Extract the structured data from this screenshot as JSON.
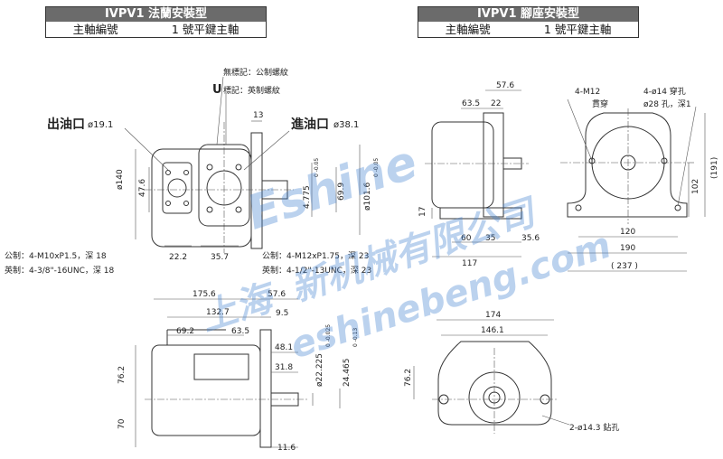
{
  "left_header": {
    "title": "IVPV1 法蘭安裝型",
    "shaft_label": "主軸編號",
    "shaft_value": "1 號平鍵主軸"
  },
  "right_header": {
    "title": "IVPV1 腳座安裝型",
    "shaft_label": "主軸編號",
    "shaft_value": "1 號平鍵主軸"
  },
  "thread_notes": {
    "no_mark": "無標記：公制螺紋",
    "u_letter": "U",
    "u_mark": "標記：英制螺紋"
  },
  "outlet": {
    "label": "出油口",
    "size": "ø19.1"
  },
  "inlet": {
    "label": "進油口",
    "size": "ø38.1"
  },
  "outlet_bolts": {
    "metric": "公制：4-M10xP1.5，深 18",
    "imperial": "英制：4-3/8\"-16UNC，深 18"
  },
  "inlet_bolts": {
    "metric": "公制：4-M12xP1.75，深 23",
    "imperial": "英制：4-1/2\"-13UNC，深 23"
  },
  "flange_dims": {
    "d13": "13",
    "d140": "ø140",
    "d47_6": "47.6",
    "d22_2": "22.2",
    "d35_7": "35.7",
    "d4_775": "4.775",
    "d4_775_tol": "0 -0.05",
    "d69_9": "69.9",
    "d101_6": "ø101.6",
    "d101_6_tol": "0 -0.05"
  },
  "side_dims": {
    "d175_6": "175.6",
    "d57_6": "57.6",
    "d132_7": "132.7",
    "d9_5": "9.5",
    "d69_2": "69.2",
    "d63_5": "63.5",
    "d48_1": "48.1",
    "d31_8": "31.8",
    "d76_2": "76.2",
    "d70": "70",
    "d11_6": "11.6",
    "d22_225": "ø22.225",
    "d22_225_tol": "0 -0.025",
    "d24_465": "24.465",
    "d24_465_tol": "0 -0.13"
  },
  "foot_side_dims": {
    "d57_6": "57.6",
    "d63_5": "63.5",
    "d22": "22",
    "d17": "17",
    "d60": "60",
    "d35": "35",
    "d35_6": "35.6",
    "d117": "117"
  },
  "foot_front_dims": {
    "m12": "4-M12",
    "m12_note": "貫穿",
    "hole14": "4-ø14 穿孔",
    "hole28": "ø28 孔，深1",
    "d191": "(191)",
    "d102": "102",
    "d120": "120",
    "d190": "190",
    "d237": "( 237 )"
  },
  "bottom_right_dims": {
    "d174": "174",
    "d146_1": "146.1",
    "d76_2": "76.2",
    "hole": "2-ø14.3 鉆孔"
  },
  "watermark": {
    "brand": "Eshine",
    "company": "上海",
    "company_cn": "新机械有限公司",
    "url": "eshinebeng.com"
  },
  "colors": {
    "header_bg": "#6b6b6b",
    "watermark": "#3f7fd0"
  }
}
